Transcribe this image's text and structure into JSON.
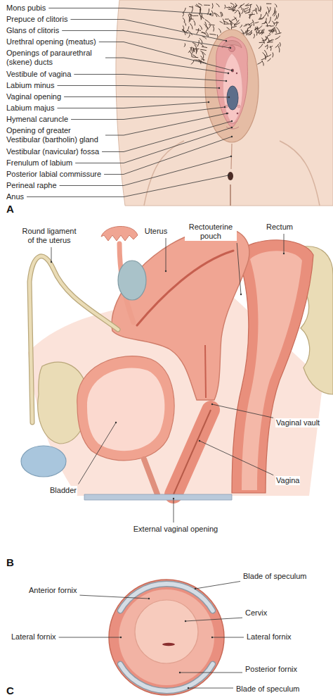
{
  "diagram": {
    "labels": [
      "Mons pubis",
      "Prepuce of clitoris",
      "Glans of clitoris",
      "Urethral opening (meatus)",
      "Openings of paraurethral (skene) ducts",
      "Vestibule of vagina",
      "Labium minus",
      "Vaginal opening",
      "Labium majus",
      "Hymenal caruncle",
      "Opening of greater Vestibular (bartholin) gland",
      "Vestibular (navicular) fossa",
      "Frenulum of labium",
      "Posterior labial commissure",
      "Perineal raphe",
      "Anus",
      "A",
      "Round ligament of the uterus",
      "Uterus",
      "Rectouterine pouch",
      "Rectum",
      "Vaginal vault",
      "Bladder",
      "Vagina",
      "External vaginal opening",
      "B",
      "Blade of speculum",
      "Anterior fornix",
      "Cervix",
      "Lateral fornix",
      "Lateral fornix",
      "Posterior fornix",
      "Blade of speculum",
      "C"
    ]
  }
}
